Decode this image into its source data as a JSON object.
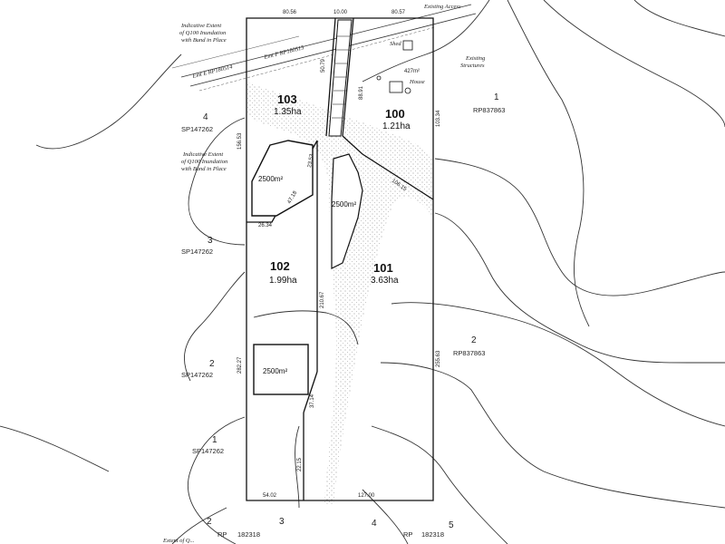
{
  "lots": {
    "lot_103": {
      "number": "103",
      "area": "1.35ha"
    },
    "lot_100": {
      "number": "100",
      "area": "1.21ha"
    },
    "lot_102": {
      "number": "102",
      "area": "1.99ha"
    },
    "lot_101": {
      "number": "101",
      "area": "3.63ha"
    }
  },
  "envelopes": {
    "env_103": "2500m²",
    "env_101": "2500m²",
    "env_102": "2500m²",
    "house": "427m²",
    "house_label": "House"
  },
  "notes": {
    "existing_access": "Existing Access",
    "shed": "Shed",
    "existing_structures_1": "Existing",
    "existing_structures_2": "Structures",
    "q100_top_1": "Indicative Extent",
    "q100_top_2": "of Q100 Inundation",
    "q100_top_3": "with Bund in Place",
    "q100_mid_1": "Indicative Extent",
    "q100_mid_2": "of Q100 Inundation",
    "q100_mid_3": "with Bund in Place",
    "easement_f": "Emt F RP180515",
    "easement_e": "Emt E RP180514"
  },
  "neighbours": {
    "n4_num": "4",
    "n4_ref": "SP147262",
    "n3_num": "3",
    "n3_ref": "SP147262",
    "n2l_num": "2",
    "n2l_ref": "SP147262",
    "n1l_num": "1",
    "n1l_ref": "SP147262",
    "n1r_num": "1",
    "n1r_ref": "RP837863",
    "n2r_num": "2",
    "n2r_ref": "RP837863",
    "b2_num": "2",
    "b3_num": "3",
    "b4_num": "4",
    "b5_num": "5",
    "b_rp": "RP",
    "b_ref1": "182318",
    "b_rp2": "RP",
    "b_ref2": "182318"
  },
  "dimensions": {
    "top_left": "80.56",
    "top_mid": "10.00",
    "top_right": "80.57",
    "left_upper": "156.53",
    "right_upper": "103.34",
    "left_lower": "282.27",
    "right_lower": "255.63",
    "mid_103": "50.79",
    "mid_100": "88.91",
    "mid_101": "210.67",
    "env_top": "26.34",
    "env_side": "47.18",
    "env_side2": "23.53",
    "bottom_left": "54.02",
    "bottom_right": "127.00",
    "bot_v1": "22.15",
    "bot_v2": "37.14",
    "diag": "106.15"
  },
  "bottom_text": "Extent of Q..."
}
